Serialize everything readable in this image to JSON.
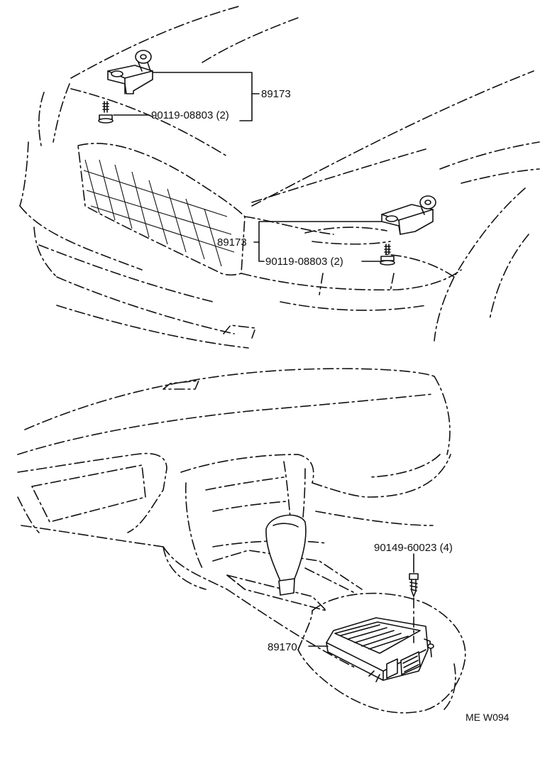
{
  "callouts": {
    "upper_sensor_part": "89173",
    "upper_sensor_bolt": "90119-08803 (2)",
    "lower_sensor_part": "89173",
    "lower_sensor_bolt": "90119-08803 (2)",
    "unit_screw": "90149-60023 (4)",
    "unit_part": "89170"
  },
  "figure_code": "ME W094"
}
